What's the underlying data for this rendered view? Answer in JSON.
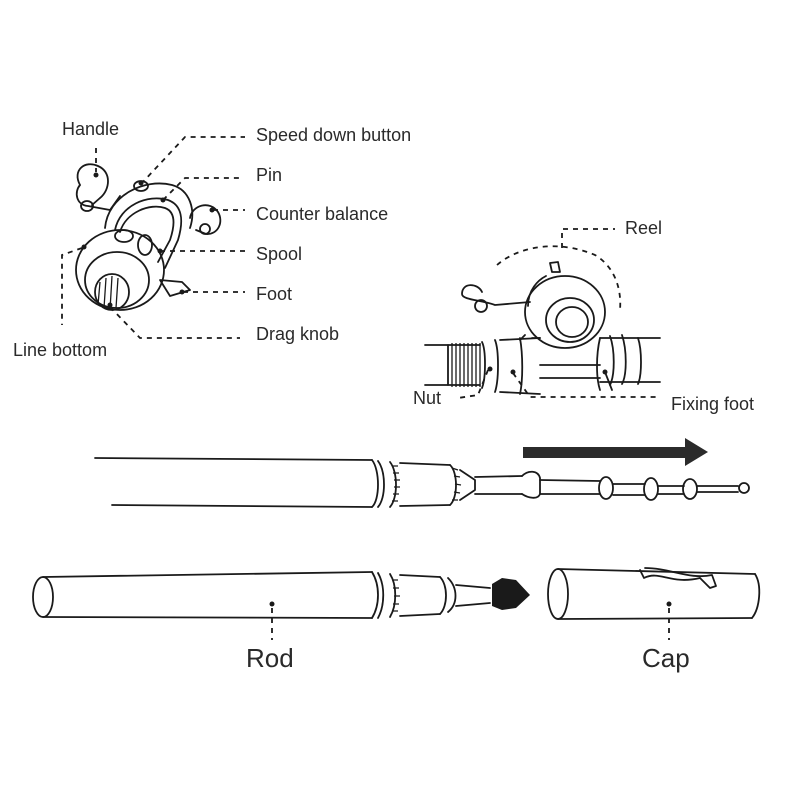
{
  "reel_labels": {
    "handle": "Handle",
    "speed_down_button": "Speed down button",
    "pin": "Pin",
    "counter_balance": "Counter balance",
    "spool": "Spool",
    "foot": "Foot",
    "drag_knob": "Drag knob",
    "line_bottom": "Line bottom"
  },
  "assembly_labels": {
    "reel": "Reel",
    "nut": "Nut",
    "fixing_foot": "Fixing foot"
  },
  "rod_labels": {
    "rod": "Rod",
    "cap": "Cap"
  },
  "arrow_direction": "right",
  "colors": {
    "line": "#1a1a1a",
    "arrow": "#2b2b2b",
    "background": "#ffffff"
  }
}
